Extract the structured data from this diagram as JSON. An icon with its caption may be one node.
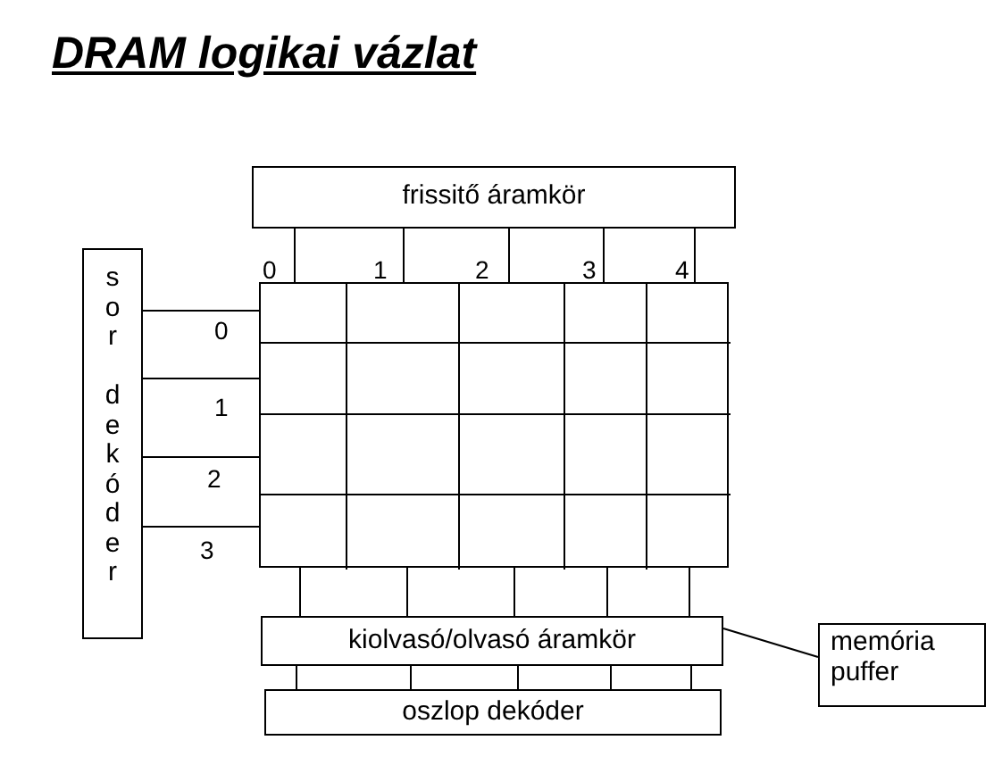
{
  "diagram": {
    "title": "DRAM logikai vázlat",
    "nodes": [
      {
        "text": [
          "frissitő áramkör"
        ]
      },
      {
        "text": [
          "sor dekóder"
        ]
      },
      {
        "text": [],
        "shape": "grid"
      },
      {
        "text": [
          "kiolvasó/olvasó áramkör"
        ]
      },
      {
        "text": [
          "oszlop dekóder"
        ]
      },
      {
        "text": [
          "memória puffer"
        ]
      }
    ],
    "edges": [
      {
        "from": 0,
        "to": 2,
        "arrow": "none"
      },
      {
        "from": 0,
        "to": 2,
        "arrow": "none"
      },
      {
        "from": 0,
        "to": 2,
        "arrow": "none"
      },
      {
        "from": 0,
        "to": 2,
        "arrow": "none"
      },
      {
        "from": 0,
        "to": 2,
        "arrow": "none"
      },
      {
        "from": 1,
        "to": 2,
        "arrow": "none"
      },
      {
        "from": 1,
        "to": 2,
        "arrow": "none"
      },
      {
        "from": 1,
        "to": 2,
        "arrow": "none"
      },
      {
        "from": 1,
        "to": 2,
        "arrow": "none"
      },
      {
        "from": 2,
        "to": 3,
        "arrow": "none"
      },
      {
        "from": 2,
        "to": 3,
        "arrow": "none"
      },
      {
        "from": 2,
        "to": 3,
        "arrow": "none"
      },
      {
        "from": 2,
        "to": 3,
        "arrow": "none"
      },
      {
        "from": 2,
        "to": 3,
        "arrow": "none"
      },
      {
        "from": 3,
        "to": 4,
        "arrow": "none"
      },
      {
        "from": 3,
        "to": 4,
        "arrow": "none"
      },
      {
        "from": 3,
        "to": 4,
        "arrow": "none"
      },
      {
        "from": 3,
        "to": 4,
        "arrow": "none"
      },
      {
        "from": 3,
        "to": 4,
        "arrow": "none"
      },
      {
        "from": 5,
        "to": 3,
        "arrow": "none"
      }
    ],
    "labels": [
      "0",
      "1",
      "2",
      "3",
      "4",
      "0",
      "1",
      "2",
      "3"
    ]
  }
}
